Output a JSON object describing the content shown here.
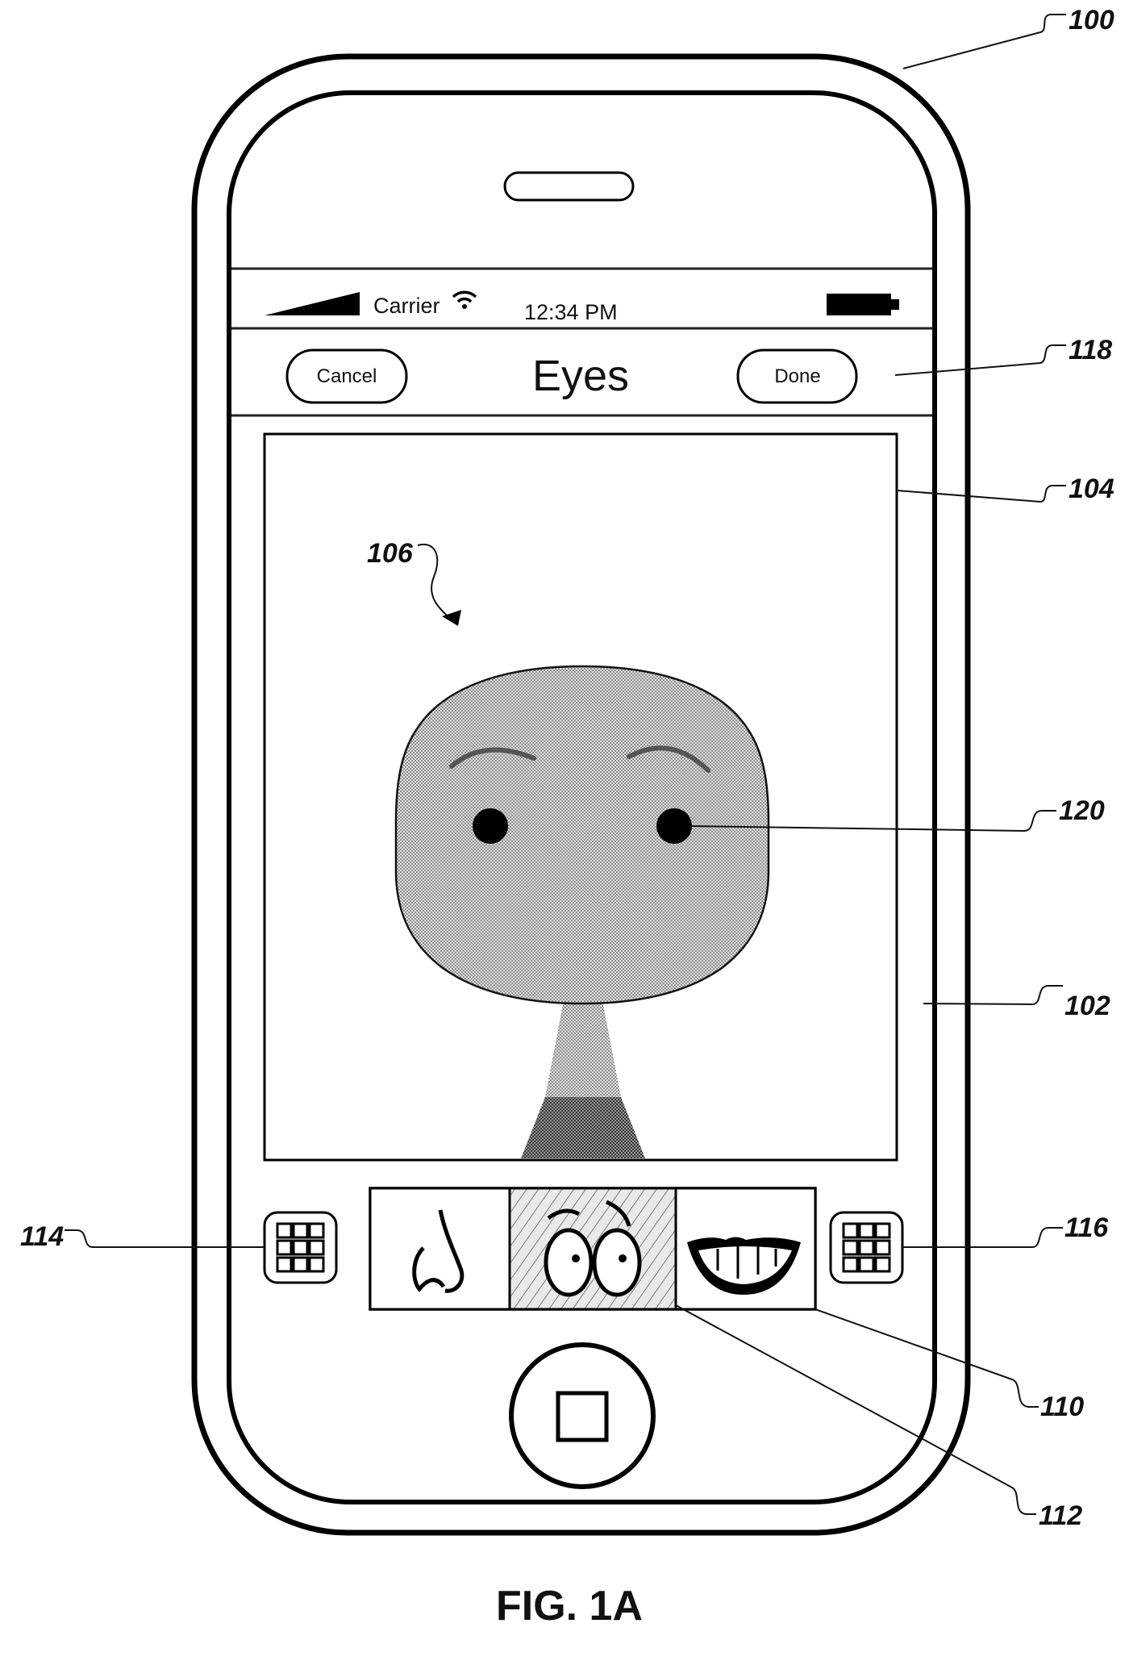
{
  "figure": {
    "caption": "FIG. 1A"
  },
  "status_bar": {
    "carrier": "Carrier",
    "time": "12:34 PM",
    "icons": [
      "signal-strength-icon",
      "wifi-icon",
      "battery-icon"
    ]
  },
  "nav_bar": {
    "title": "Eyes",
    "cancel_label": "Cancel",
    "done_label": "Done"
  },
  "feature_strip": {
    "items": [
      {
        "name": "nose",
        "icon": "nose-icon",
        "selected": false
      },
      {
        "name": "eyes",
        "icon": "eyes-icon",
        "selected": true
      },
      {
        "name": "mouth",
        "icon": "mouth-icon",
        "selected": false
      }
    ],
    "left_button_icon": "grid-icon",
    "right_button_icon": "grid-icon"
  },
  "reference_numerals": {
    "device": "100",
    "display": "102",
    "canvas": "104",
    "avatar": "106",
    "feature_strip": "110",
    "selected_feature": "112",
    "left_grid_button": "114",
    "right_grid_button": "116",
    "nav_bar": "118",
    "avatar_eyes": "120"
  },
  "colors": {
    "line": "#000000",
    "face_fill": "#c8c8c8",
    "torso_fill": "#7a7a7a",
    "background": "#ffffff"
  }
}
